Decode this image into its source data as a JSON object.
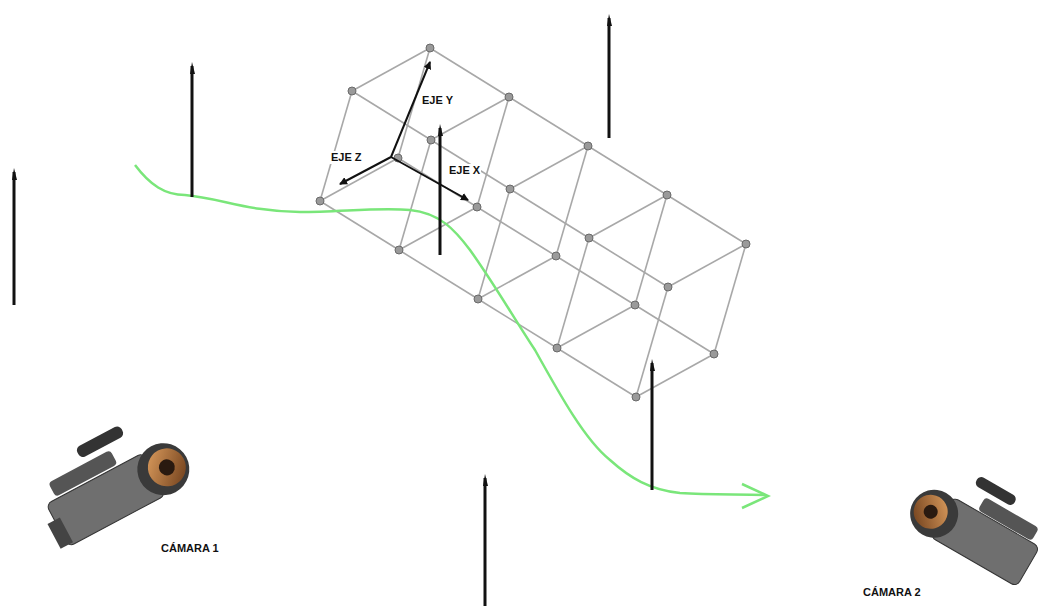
{
  "diagram": {
    "labels": [
      "EJE Y",
      "EJE Z",
      "EJE X",
      "CÁMARA 1",
      "CÁMARA 2"
    ]
  }
}
